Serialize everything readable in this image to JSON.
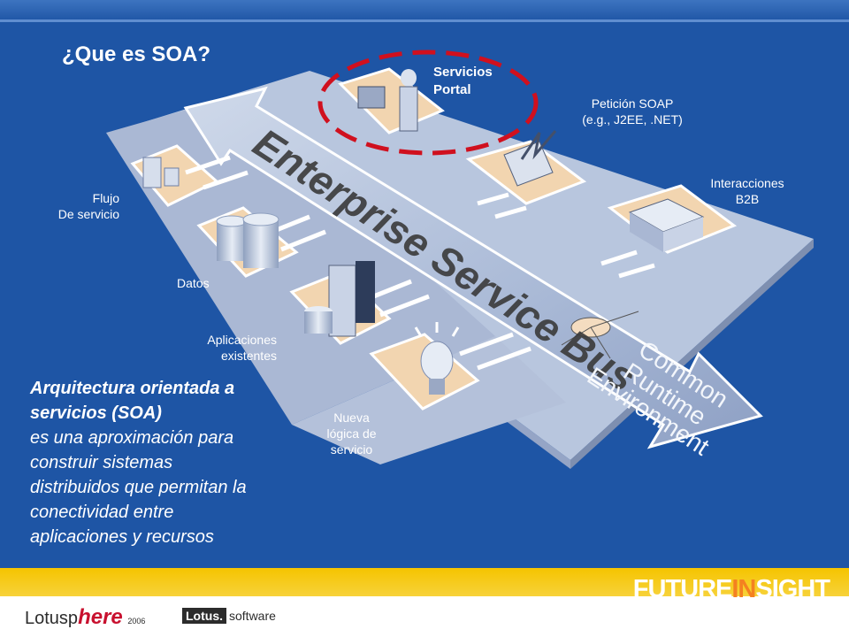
{
  "slide": {
    "title": "¿Que es SOA?",
    "portal_label_1": "Servicios",
    "portal_label_2": "Portal",
    "soap_1": "Petición SOAP",
    "soap_2": "(e.g., J2EE, .NET)",
    "b2b_1": "Interacciones",
    "b2b_2": "B2B",
    "flujo_1": "Flujo",
    "flujo_2": "De servicio",
    "datos": "Datos",
    "apps_1": "Aplicaciones",
    "apps_2": "existentes",
    "nueva_1": "Nueva",
    "nueva_2": "lógica de",
    "nueva_3": "servicio",
    "bus_label": "Enterprise Service Bus",
    "runtime_1": "Common",
    "runtime_2": "Runtime",
    "runtime_3": "Environment",
    "desc_heading_1": "Arquitectura orientada a",
    "desc_heading_2": "servicios (SOA)",
    "desc_1": "es una aproximación para",
    "desc_2": "construir sistemas",
    "desc_3": "distribuidos que permitan la",
    "desc_4": "conectividad entre",
    "desc_5": "aplicaciones  y recursos"
  },
  "footer": {
    "brand_a": "FUTURE",
    "brand_b": "IN",
    "brand_c": "SIGHT",
    "lotus_a": "Lotusp",
    "lotus_b": "here",
    "lotus_year": "2006",
    "lotus_sw_box": "Lotus.",
    "lotus_sw": "software"
  },
  "colors": {
    "background": "#1e55a5",
    "footer_yellow": "#f5c400",
    "accent_orange": "#f48120",
    "highlight_red": "#d0101e"
  }
}
